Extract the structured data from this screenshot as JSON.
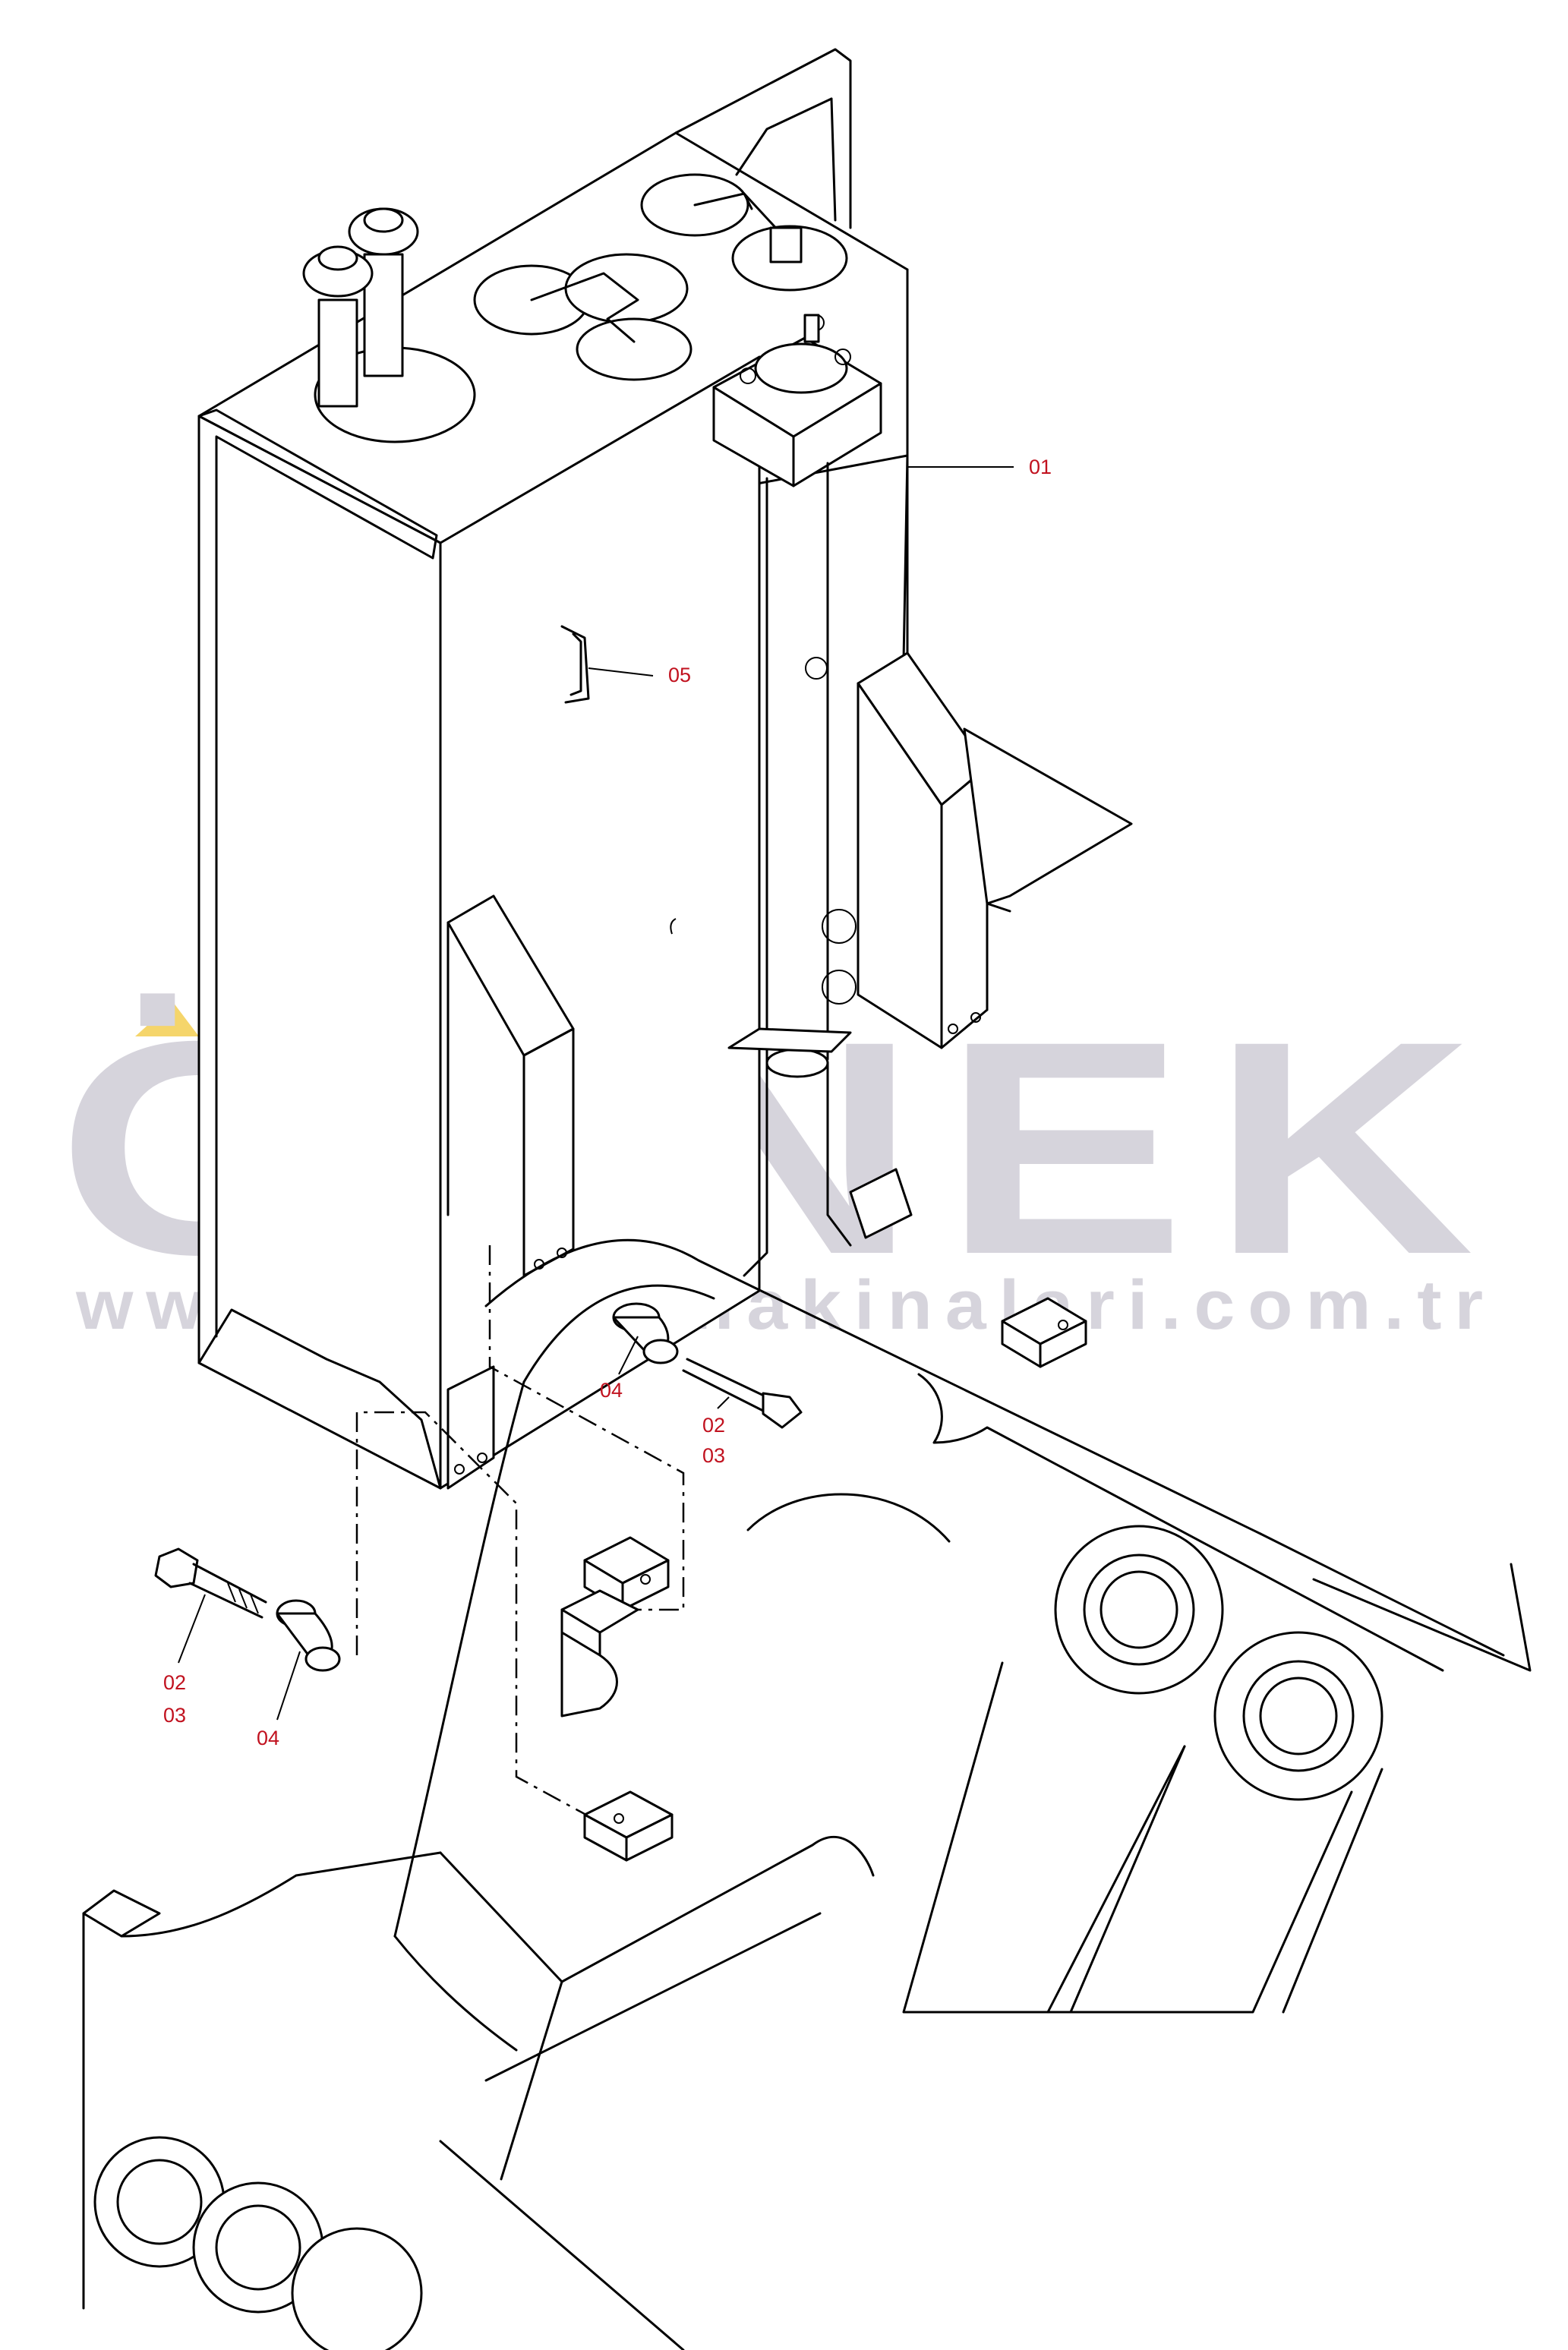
{
  "callouts": [
    {
      "id": "01",
      "label": "01"
    },
    {
      "id": "05",
      "label": "05"
    },
    {
      "id": "04a",
      "label": "04"
    },
    {
      "id": "02a",
      "label": "02"
    },
    {
      "id": "03a",
      "label": "03"
    },
    {
      "id": "02b",
      "label": "02"
    },
    {
      "id": "03b",
      "label": "03"
    },
    {
      "id": "04b",
      "label": "04"
    }
  ],
  "watermark": {
    "brand": "ÖRNEK",
    "url": "www.ornekismakinalari.com.tr",
    "text_color": "#d6d4dc",
    "accent_color": "#f5d56b"
  },
  "colors": {
    "lines": "#000000",
    "callout_text": "#c1121f"
  }
}
